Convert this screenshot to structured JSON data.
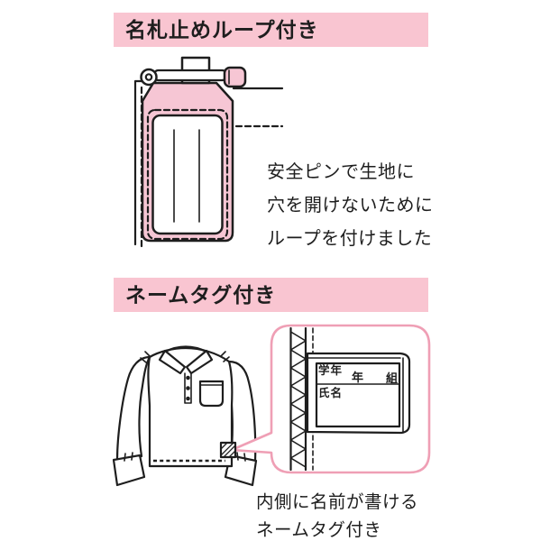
{
  "colors": {
    "bg": "#ffffff",
    "header_bg": "#f9c5d1",
    "tag_fill": "#f6c6d4",
    "callout_pink": "#ef9fb5",
    "ink": "#1e1e1e"
  },
  "section_loop": {
    "header": "名札止めループ付き",
    "description_lines": [
      "安全ピンで生地に",
      "穴を開けないために",
      "ループを付けました"
    ]
  },
  "section_nametag": {
    "header": "ネームタグ付き",
    "tag_fields": {
      "grade_label": "学年",
      "year_label": "年",
      "class_label": "組",
      "name_label": "氏名"
    },
    "caption_lines": [
      "内側に名前が書ける",
      "ネームタグ付き"
    ]
  }
}
